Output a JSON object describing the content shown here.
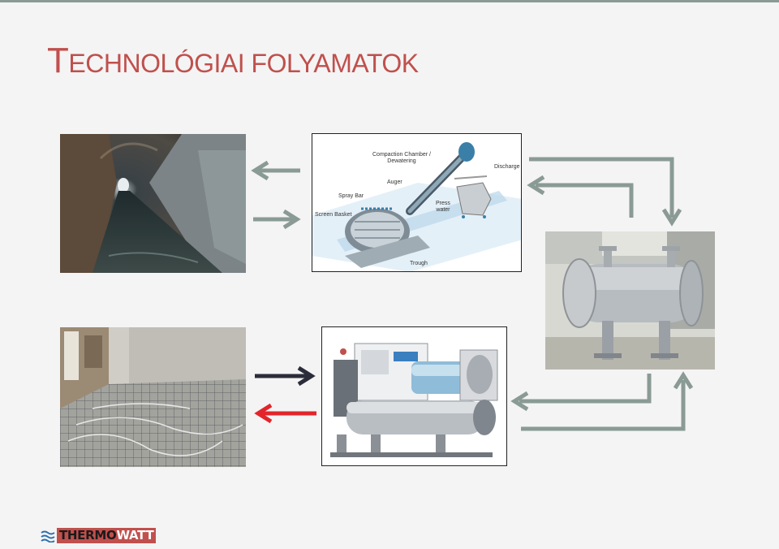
{
  "slide": {
    "title_initial": "T",
    "title_rest": "ECHNOLÓGIAI FOLYAMATOK"
  },
  "screen_diagram": {
    "labels": {
      "compaction": "Compaction Chamber /",
      "dewatering": "Dewatering",
      "discharge": "Discharge",
      "auger": "Auger",
      "spray_bar": "Spray Bar",
      "press": "Press",
      "water": "water",
      "screen_basket": "Screen Basket",
      "trough": "Trough"
    }
  },
  "logo": {
    "part1": "THERMO",
    "part2": "WATT"
  },
  "colors": {
    "title": "#c0504d",
    "flow_arrow": "#8a9a94",
    "hot_arrow": "#e3242b",
    "cold_arrow": "#2b2d3a"
  }
}
